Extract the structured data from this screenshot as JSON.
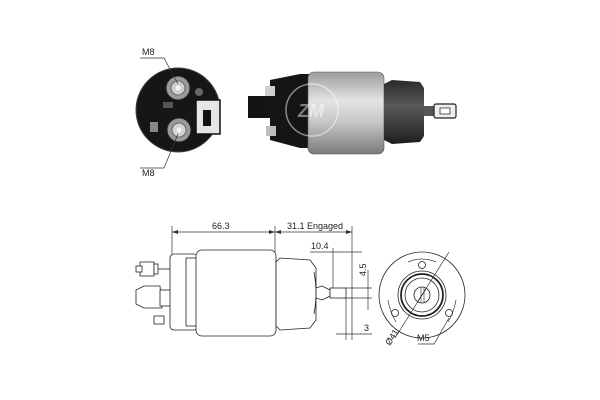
{
  "photo_end_view": {
    "labels": {
      "top_terminal": "M8",
      "bottom_terminal": "M8"
    }
  },
  "photo_side_view": {
    "watermark": "ZM"
  },
  "drawing_side_view": {
    "dimensions": {
      "body_length": "66.3",
      "engaged_travel": "31.1 Engaged",
      "plunger_offset": "10.4",
      "eye_width": "4.5",
      "eye_thickness": "3"
    }
  },
  "drawing_end_view": {
    "dimensions": {
      "diameter": "Ø41",
      "mount_thread": "M5"
    }
  },
  "colors": {
    "line": "#222222",
    "body_gray": "#b8b8b8",
    "dark": "#1a1a1a"
  }
}
